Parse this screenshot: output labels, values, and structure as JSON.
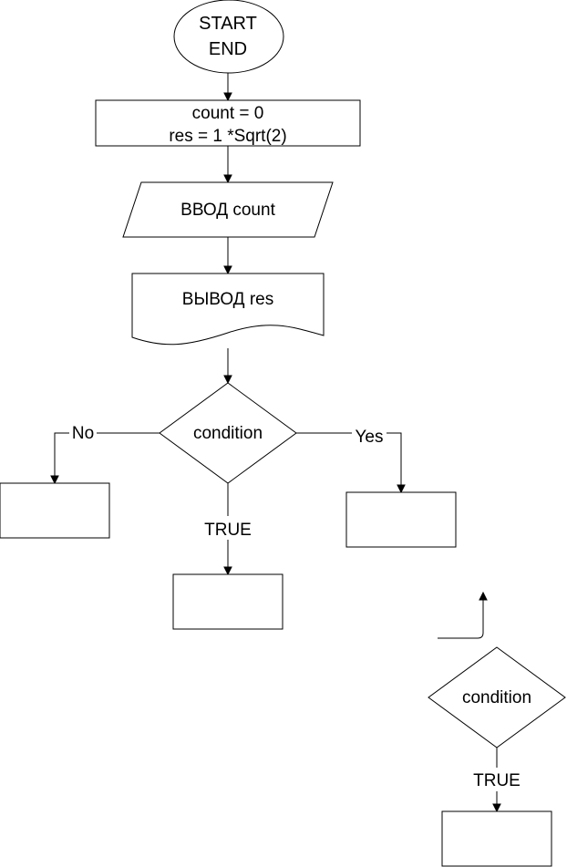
{
  "nodes": {
    "start_end": {
      "lines": [
        "START",
        "END"
      ]
    },
    "init": {
      "lines": [
        "count = 0",
        "res = 1 *Sqrt(2)"
      ]
    },
    "input": {
      "text": "ВВОД count"
    },
    "output": {
      "text": "ВЫВОД res"
    },
    "condition_main": {
      "text": "condition"
    },
    "box_left": {
      "text": ""
    },
    "box_right": {
      "text": ""
    },
    "box_bottom": {
      "text": ""
    },
    "condition_second": {
      "text": "condition"
    },
    "box_second": {
      "text": ""
    }
  },
  "edges": {
    "no_label": "No",
    "yes_label": "Yes",
    "true_label": "TRUE",
    "true_label_second": "TRUE"
  },
  "colors": {
    "stroke": "#000000",
    "fill": "#ffffff",
    "text": "#000000"
  }
}
